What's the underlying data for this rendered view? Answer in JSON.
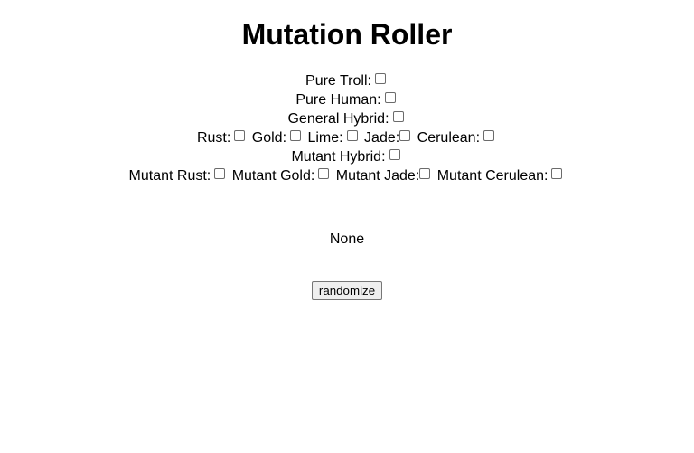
{
  "page": {
    "title": "Mutation Roller"
  },
  "form": {
    "rows": [
      {
        "name": "pure-troll",
        "options": [
          {
            "name": "pure-troll",
            "label": "Pure Troll:",
            "checked": false,
            "tight": false
          }
        ]
      },
      {
        "name": "pure-human",
        "options": [
          {
            "name": "pure-human",
            "label": "Pure Human:",
            "checked": false,
            "tight": false
          }
        ]
      },
      {
        "name": "general-hybrid",
        "options": [
          {
            "name": "general-hybrid",
            "label": "General Hybrid:",
            "checked": false,
            "tight": false
          }
        ]
      },
      {
        "name": "hybrid-colors",
        "options": [
          {
            "name": "rust",
            "label": "Rust:",
            "checked": false,
            "tight": false
          },
          {
            "name": "gold",
            "label": "Gold:",
            "checked": false,
            "tight": false
          },
          {
            "name": "lime",
            "label": "Lime:",
            "checked": false,
            "tight": false
          },
          {
            "name": "jade",
            "label": "Jade:",
            "checked": false,
            "tight": true
          },
          {
            "name": "cerulean",
            "label": "Cerulean:",
            "checked": false,
            "tight": false
          }
        ]
      },
      {
        "name": "mutant-hybrid",
        "options": [
          {
            "name": "mutant-hybrid",
            "label": "Mutant Hybrid:",
            "checked": false,
            "tight": false
          }
        ]
      },
      {
        "name": "mutant-colors",
        "options": [
          {
            "name": "mutant-rust",
            "label": "Mutant Rust:",
            "checked": false,
            "tight": false
          },
          {
            "name": "mutant-gold",
            "label": "Mutant Gold:",
            "checked": false,
            "tight": false
          },
          {
            "name": "mutant-jade",
            "label": "Mutant Jade:",
            "checked": false,
            "tight": true
          },
          {
            "name": "mutant-cerulean",
            "label": "Mutant Cerulean:",
            "checked": false,
            "tight": false
          }
        ]
      }
    ]
  },
  "result": {
    "text": "None"
  },
  "actions": {
    "randomize_label": "randomize"
  },
  "colors": {
    "background": "#ffffff",
    "text": "#000000",
    "button_face": "#efefef",
    "button_border": "#767676",
    "checkbox_border": "#6b6b6b"
  }
}
